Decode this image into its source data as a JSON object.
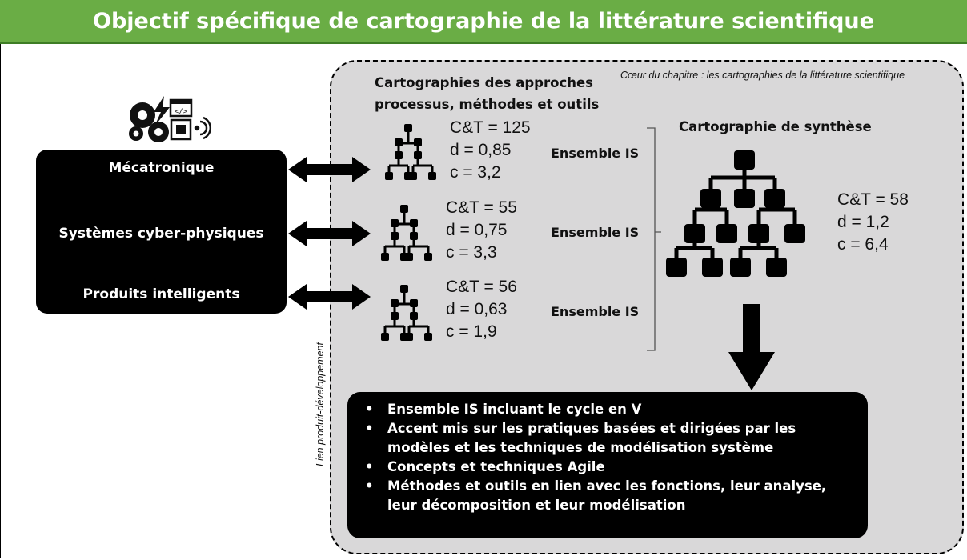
{
  "header": {
    "title": "Objectif spécifique de cartographie de la littérature scientifique"
  },
  "core": {
    "caption": "Cœur du chapitre : les cartographies de la littérature scientifique"
  },
  "approaches": {
    "title_line1": "Cartographies des approches",
    "title_line2": "processus, méthodes et outils"
  },
  "synthesis": {
    "title": "Cartographie de synthèse",
    "ct": "C&T = 58",
    "d": "d = 1,2",
    "c": "c = 6,4"
  },
  "domains": [
    {
      "label": "Mécatronique"
    },
    {
      "label": "Systèmes cyber-physiques"
    },
    {
      "label": "Produits intelligents"
    }
  ],
  "link_label": "Lien produit-développement",
  "maps": [
    {
      "ct": "C&T = 125",
      "d": "d = 0,85",
      "c": "c = 3,2",
      "set": "Ensemble IS"
    },
    {
      "ct": "C&T = 55",
      "d": "d = 0,75",
      "c": "c = 3,3",
      "set": "Ensemble IS"
    },
    {
      "ct": "C&T = 56",
      "d": "d = 0,63",
      "c": "c = 1,9",
      "set": "Ensemble IS"
    }
  ],
  "summary": {
    "items": [
      "Ensemble IS incluant le cycle en V",
      "Accent mis sur les pratiques basées et dirigées par les modèles et les techniques de modélisation système",
      "Concepts et techniques Agile",
      "Méthodes et outils en lien avec les fonctions, leur analyse, leur décomposition et leur modélisation"
    ]
  },
  "icons": [
    "gears-icon",
    "lightning-icon",
    "code-window-icon",
    "chip-icon",
    "wireless-icon",
    "tree-icon",
    "double-arrow-icon",
    "down-arrow-icon"
  ]
}
